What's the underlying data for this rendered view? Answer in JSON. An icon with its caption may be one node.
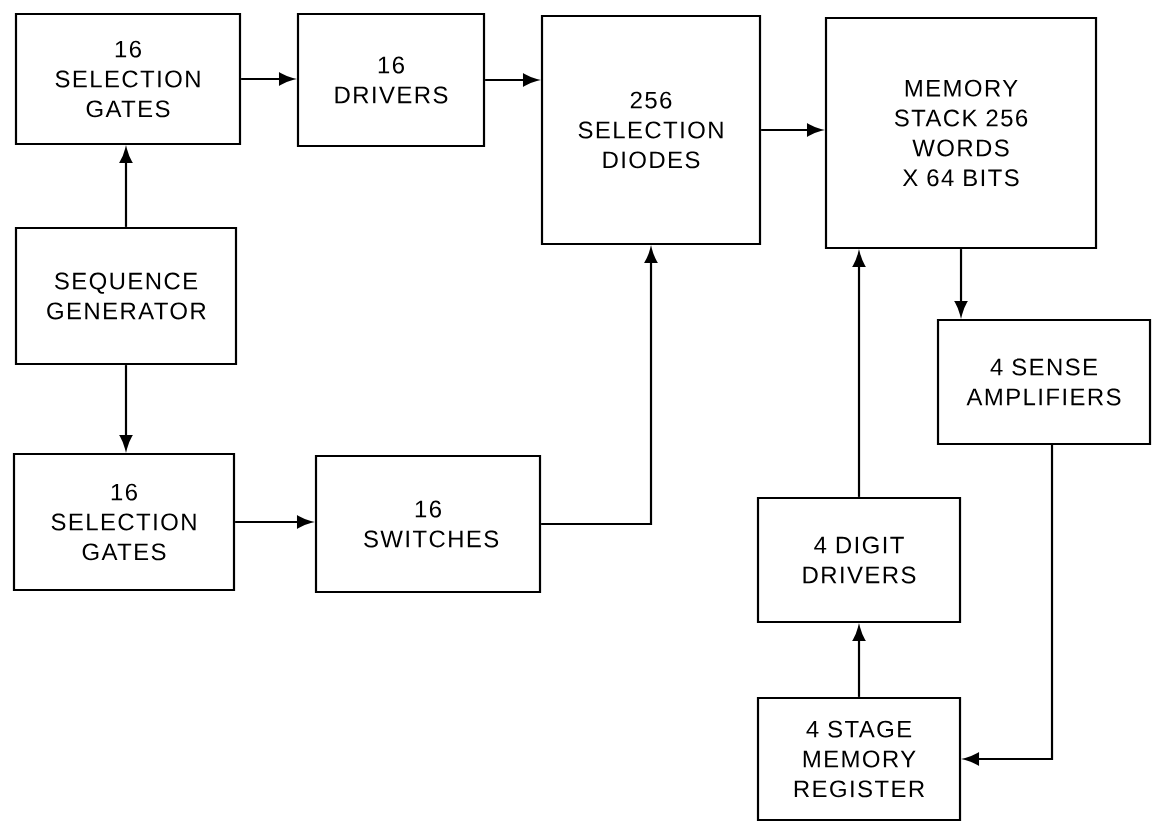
{
  "diagram": {
    "nodes": [
      {
        "text": [
          "16 SELECTION GATES"
        ]
      },
      {
        "text": [
          "16 DRIVERS"
        ]
      },
      {
        "text": [
          "256 SELECTION DIODES"
        ]
      },
      {
        "text": [
          "MEMORY STACK 256 WORDS X 64 BITS"
        ]
      },
      {
        "text": [
          "SEQUENCE GENERATOR"
        ]
      },
      {
        "text": [
          "4 SENSE AMPLIFIERS"
        ]
      },
      {
        "text": [
          "16 SELECTION GATES"
        ]
      },
      {
        "text": [
          "16 SWITCHES"
        ]
      },
      {
        "text": [
          "4 DIGIT DRIVERS"
        ]
      },
      {
        "text": [
          "4 STAGE MEMORY REGISTER"
        ]
      }
    ],
    "edges": [
      {
        "from": 4,
        "to": 0,
        "arrow": "to"
      },
      {
        "from": 0,
        "to": 1,
        "arrow": "to"
      },
      {
        "from": 1,
        "to": 2,
        "arrow": "to"
      },
      {
        "from": 2,
        "to": 3,
        "arrow": "to"
      },
      {
        "from": 3,
        "to": 5,
        "arrow": "to"
      },
      {
        "from": 4,
        "to": 6,
        "arrow": "to"
      },
      {
        "from": 6,
        "to": 7,
        "arrow": "to"
      },
      {
        "from": 7,
        "to": 2,
        "arrow": "to"
      },
      {
        "from": 8,
        "to": 3,
        "arrow": "to"
      },
      {
        "from": 9,
        "to": 8,
        "arrow": "to"
      },
      {
        "from": 5,
        "to": 9,
        "arrow": "to"
      }
    ]
  }
}
